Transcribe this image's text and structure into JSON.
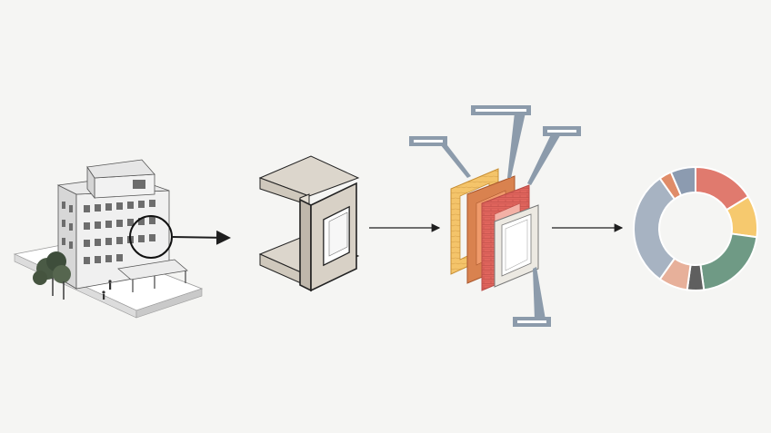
{
  "diagram": {
    "steps": [
      {
        "name": "building"
      },
      {
        "name": "wall-module"
      },
      {
        "name": "exploded-layers"
      },
      {
        "name": "donut-chart"
      }
    ],
    "callout_count": 4
  },
  "colors": {
    "background": "#f5f5f3",
    "line": "#1e1e1e",
    "callout": "#8c9bab",
    "layer_wood": "#f4c46a",
    "layer_brick": "#e0655d",
    "layer_orange": "#d9824f",
    "layer_light": "#ece9e2"
  },
  "chart_data": {
    "type": "pie",
    "donut": true,
    "values": [
      15,
      10,
      19,
      4,
      7,
      28,
      3,
      6
    ],
    "colors": [
      "#e07a6e",
      "#f6c96e",
      "#6f9a85",
      "#5f5f5f",
      "#e7b09a",
      "#a7b3c2",
      "#e08c68",
      "#8c9bb0"
    ]
  }
}
